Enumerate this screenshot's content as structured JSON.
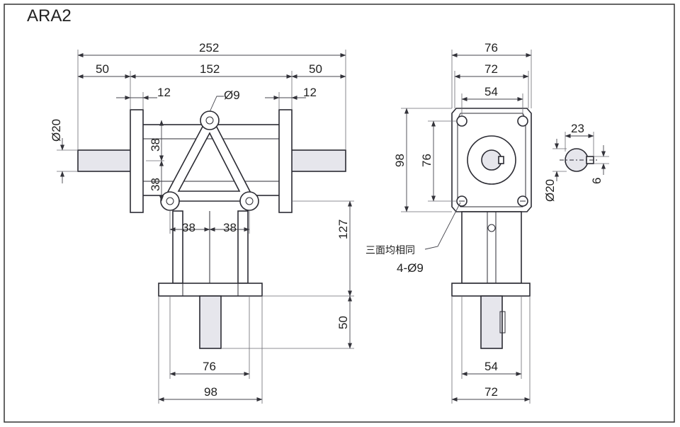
{
  "title": "ARA2",
  "front_view": {
    "dims": {
      "overall_width": "252",
      "left_shaft": "50",
      "body_width": "152",
      "right_shaft": "50",
      "left_flange": "12",
      "right_flange": "12",
      "hole_dia": "Ø9",
      "shaft_dia": "Ø20",
      "upper_38": "38",
      "lower_38": "38",
      "bottom_left_38": "38",
      "bottom_right_38": "38",
      "height_127": "127",
      "shaft_50": "50",
      "base_76": "76",
      "base_98": "98"
    }
  },
  "side_view": {
    "dims": {
      "width_76": "76",
      "width_72": "72",
      "width_54": "54",
      "height_98": "98",
      "height_76": "76",
      "bottom_54": "54",
      "bottom_72": "72"
    },
    "note_line1": "三面均相同",
    "note_line2": "4-Ø9"
  },
  "section_view": {
    "dims": {
      "keyway_23": "23",
      "shaft_dia": "Ø20",
      "key_6": "6"
    }
  }
}
